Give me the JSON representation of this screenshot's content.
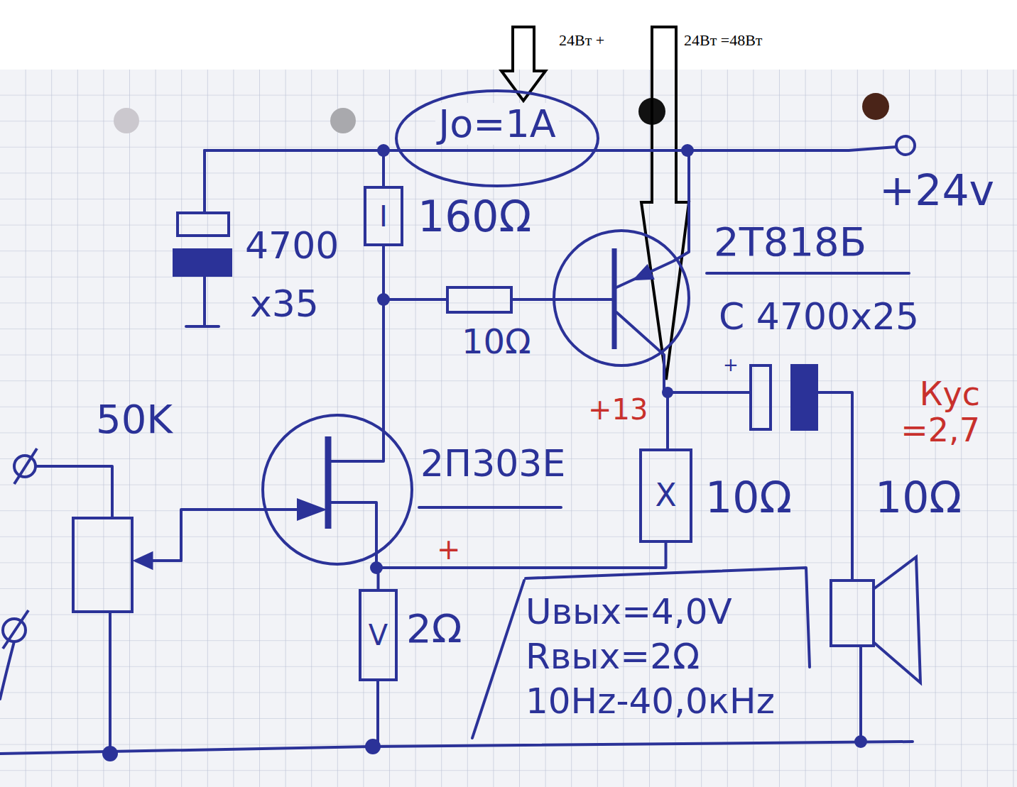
{
  "diagram": {
    "nodes": [
      {
        "text": [
          "Jo=1A"
        ]
      },
      {
        "text": [
          "I"
        ]
      },
      {
        "text": [
          "X"
        ]
      },
      {
        "text": [
          "V"
        ]
      },
      {
        "text": [
          "Uвых=4,0V",
          "Rвых=2Ω",
          "10Hz-40,0кHz"
        ]
      }
    ],
    "edges": [
      {
        "from": 2,
        "to": 3,
        "arrow": "none"
      }
    ],
    "labels": [
      "24Вт +",
      "24Вт =48Вт",
      "+24v",
      "4700",
      "x35",
      "160Ω",
      "10Ω",
      "2Т818Б",
      "С 4700x25",
      "+",
      "+13",
      "Кус =2,7",
      "10Ω",
      "10Ω",
      "50K",
      "2П303Е",
      "+",
      "2Ω"
    ]
  }
}
